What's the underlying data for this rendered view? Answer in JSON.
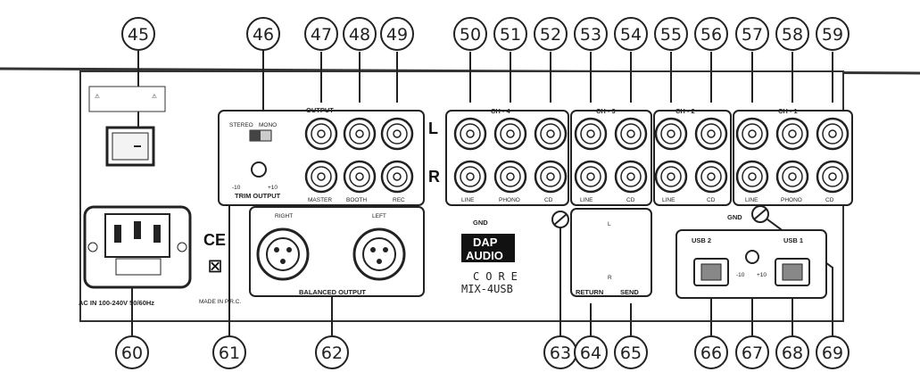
{
  "callouts": [
    "45",
    "46",
    "47",
    "48",
    "49",
    "50",
    "51",
    "52",
    "53",
    "54",
    "55",
    "56",
    "57",
    "58",
    "59",
    "60",
    "61",
    "62",
    "63",
    "64",
    "65",
    "66",
    "67",
    "68",
    "69"
  ],
  "panel": {
    "output_label": "OUTPUT",
    "stereo_label": "STEREO",
    "mono_label": "MONO",
    "trim_label": "TRIM OUTPUT",
    "trim_min": "-10",
    "trim_max": "+10",
    "master_label": "MASTER",
    "booth_label": "BOOTH",
    "rec_label": "REC",
    "left_label": "L",
    "right_label": "R",
    "ch4_label": "CH - 4",
    "ch3_label": "CH - 3",
    "ch2_label": "CH - 2",
    "ch1_label": "CH - 1",
    "line_label": "LINE",
    "phono_label": "PHONO",
    "cd_label": "CD",
    "gnd_label": "GND",
    "balanced_label": "BALANCED OUTPUT",
    "xlr_right": "RIGHT",
    "xlr_left": "LEFT",
    "brand_top": "DAP",
    "brand_bottom": "AUDIO",
    "core_label": "CORE",
    "model_label": "MIX-4USB",
    "return_label": "RETURN",
    "send_label": "SEND",
    "usb2_label": "USB 2",
    "usb1_label": "USB 1",
    "usb_min": "-10",
    "usb_max": "+10",
    "ac_label": "AC IN 100-240V 50/60Hz",
    "ce_label": "CE",
    "made_label": "MADE IN P.R.C."
  }
}
